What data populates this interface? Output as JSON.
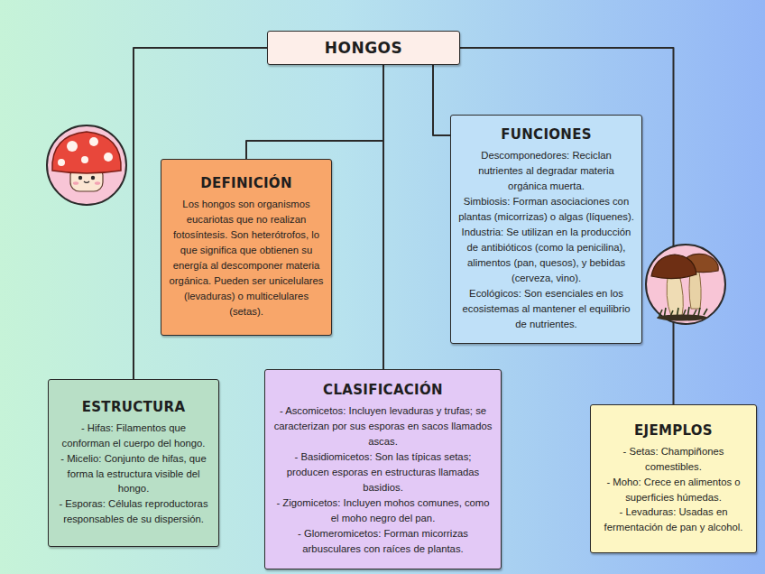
{
  "diagram": {
    "nodes": [
      {
        "text": [
          "HONGOS"
        ]
      },
      {
        "text": [
          "DEFINICIÓN",
          "Los hongos son organismos eucariotas que no realizan fotosíntesis. Son heterótrofos, lo que significa que obtienen su energía al descomponer materia orgánica. Pueden ser unicelulares (levaduras) o multicelulares (setas)."
        ]
      },
      {
        "text": [
          "FUNCIONES",
          "Descomponedores: Reciclan nutrientes al degradar materia orgánica muerta.",
          "Simbiosis: Forman asociaciones con plantas (micorrizas) o algas (líquenes).",
          "Industria: Se utilizan en la producción de antibióticos (como la penicilina), alimentos (pan, quesos), y bebidas (cerveza, vino).",
          "Ecológicos: Son esenciales en los ecosistemas al mantener el equilibrio de nutrientes."
        ]
      },
      {
        "text": [
          "ESTRUCTURA",
          "- Hifas: Filamentos que conforman el cuerpo del hongo.",
          "- Micelio: Conjunto de hifas, que forma la estructura visible del hongo.",
          "- Esporas: Células reproductoras responsables de su dispersión."
        ]
      },
      {
        "text": [
          "CLASIFICACIÓN",
          "- Ascomicetos: Incluyen levaduras y trufas; se caracterizan por sus esporas en sacos llamados ascas.",
          "- Basidiomicetos: Son las típicas setas; producen esporas en estructuras llamadas basidios.",
          "- Zigomicetos: Incluyen mohos comunes, como el moho negro del pan.",
          "- Glomeromicetos: Forman micorrizas arbusculares con raíces de plantas."
        ]
      },
      {
        "text": [
          "EJEMPLOS",
          "- Setas: Champiñones comestibles.",
          "- Moho: Crece en alimentos o superficies húmedas.",
          "- Levaduras: Usadas en fermentación de pan y alcohol."
        ]
      }
    ],
    "edges": [
      {
        "from": 0,
        "to": 1,
        "arrow": "none"
      },
      {
        "from": 0,
        "to": 2,
        "arrow": "none"
      },
      {
        "from": 0,
        "to": 3,
        "arrow": "none"
      },
      {
        "from": 0,
        "to": 4,
        "arrow": "none"
      },
      {
        "from": 0,
        "to": 5,
        "arrow": "none"
      }
    ]
  }
}
